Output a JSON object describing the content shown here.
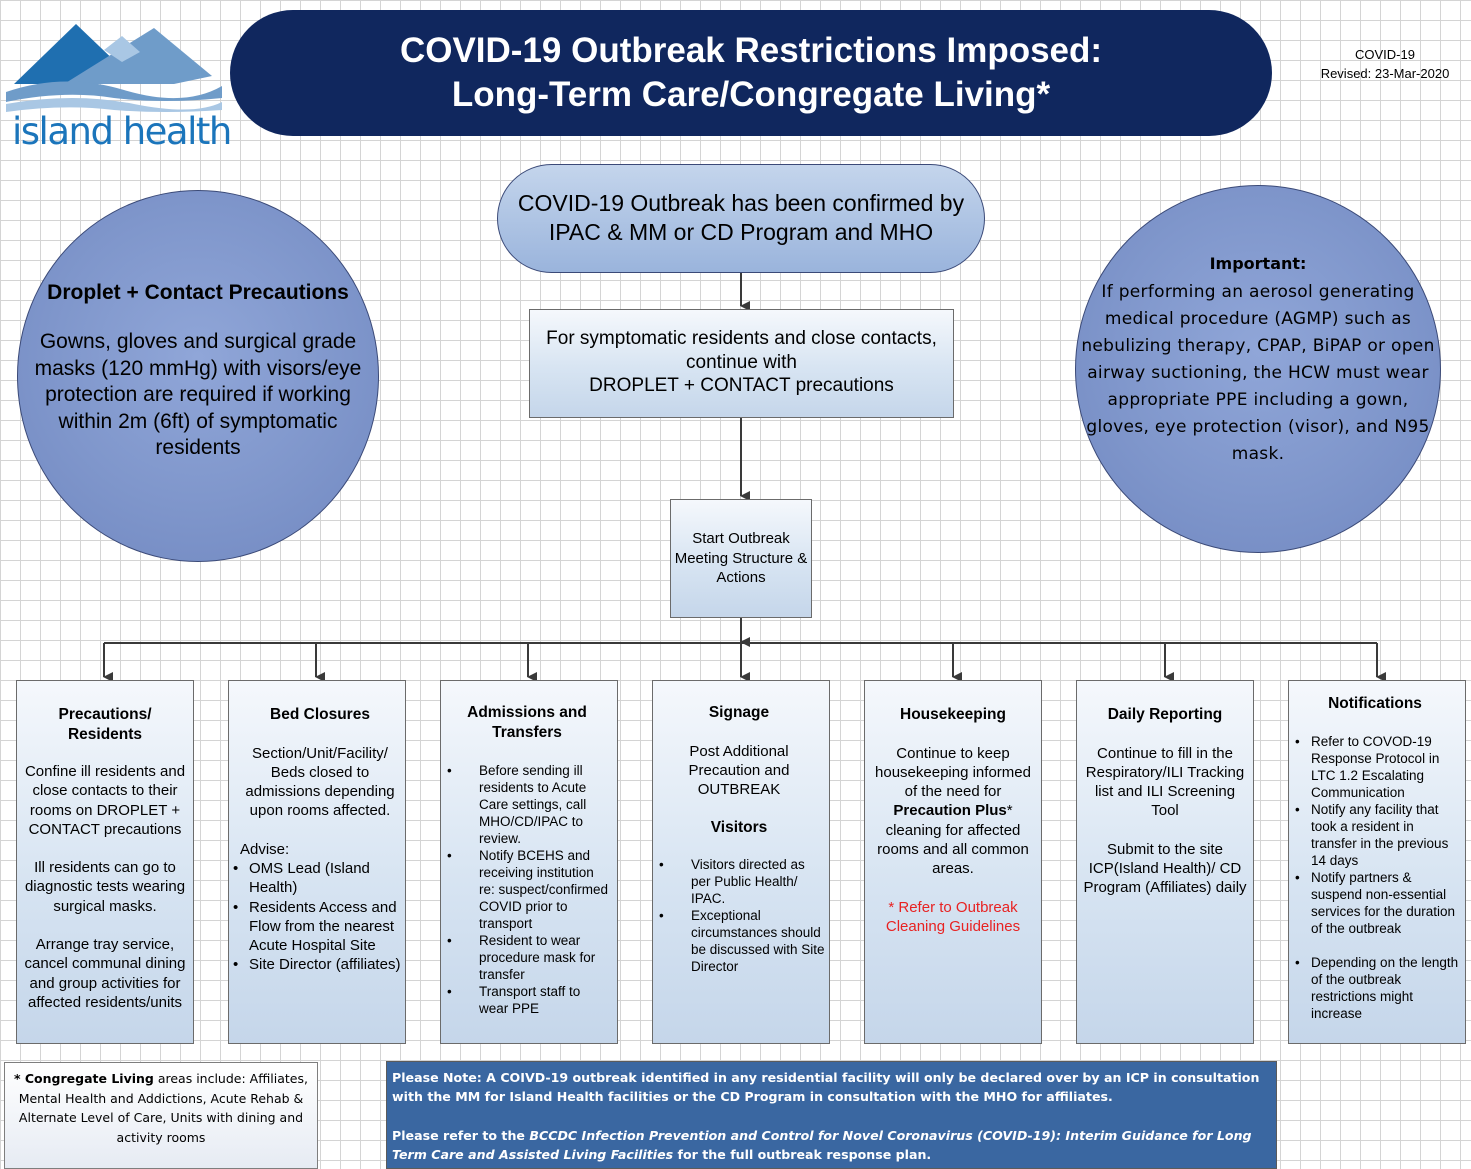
{
  "logo": {
    "text": "island health"
  },
  "title": {
    "line1": "COVID-19 Outbreak Restrictions Imposed:",
    "line2": "Long-Term Care/Congregate Living*"
  },
  "doc_info": {
    "label": "COVID-19",
    "revised": "Revised: 23-Mar-2020"
  },
  "left_circle": {
    "heading": "Droplet + Contact Precautions",
    "body": "Gowns, gloves and surgical grade masks (120 mmHg) with visors/eye protection are required if working within 2m (6ft) of symptomatic residents"
  },
  "right_circle": {
    "heading": "Important:",
    "body": "If performing an aerosol generating medical procedure (AGMP) such as nebulizing therapy, CPAP, BiPAP or open airway suctioning, the HCW must wear appropriate PPE including a gown, gloves, eye protection (visor), and N95 mask."
  },
  "flow": {
    "confirmed": "COVID-19 Outbreak has been confirmed by IPAC & MM or CD Program and MHO",
    "symptomatic": {
      "line1": "For symptomatic residents and close contacts,",
      "line2": "continue with",
      "line3": "DROPLET + CONTACT precautions"
    },
    "meeting": "Start Outbreak Meeting Structure & Actions"
  },
  "columns": {
    "precautions": {
      "heading": "Precautions/ Residents",
      "p1": "Confine ill residents and close contacts to their rooms on DROPLET + CONTACT precautions",
      "p2": "Ill residents can go to diagnostic tests wearing surgical masks.",
      "p3": "Arrange tray service, cancel communal dining and group activities for affected residents/units"
    },
    "bed_closures": {
      "heading": "Bed Closures",
      "p1": "Section/Unit/Facility/ Beds closed to admissions depending upon rooms affected.",
      "advise": "Advise:",
      "items": [
        "OMS Lead (Island Health)",
        "Residents Access and Flow from the nearest Acute Hospital Site",
        "Site Director (affiliates)"
      ]
    },
    "admissions": {
      "heading": "Admissions and Transfers",
      "items": [
        "Before sending ill residents to Acute Care settings, call MHO/CD/IPAC to review.",
        "Notify BCEHS and receiving institution re: suspect/confirmed COVID prior to transport",
        "Resident to wear procedure mask for transfer",
        "Transport staff to wear PPE"
      ]
    },
    "signage": {
      "heading": "Signage",
      "p1": "Post Additional Precaution and OUTBREAK",
      "visitors_heading": "Visitors",
      "items": [
        "Visitors directed as per Public Health/ IPAC.",
        "Exceptional circumstances should be discussed with Site Director"
      ]
    },
    "housekeeping": {
      "heading": "Housekeeping",
      "p1_a": "Continue to keep housekeeping informed of the need for",
      "p1_bold": "Precaution Plus",
      "p1_star": "*",
      "p1_b": "cleaning for affected rooms and all common areas.",
      "red_note": "* Refer to Outbreak Cleaning Guidelines"
    },
    "daily_reporting": {
      "heading": "Daily Reporting",
      "p1": "Continue to fill in the Respiratory/ILI Tracking list and ILI Screening Tool",
      "p2": "Submit to the site ICP(Island Health)/ CD Program  (Affiliates) daily"
    },
    "notifications": {
      "heading": "Notifications",
      "items": [
        "Refer to COVOD-19 Response Protocol in LTC 1.2 Escalating Communication",
        "Notify any facility that took a resident in transfer in the previous 14 days",
        "Notify partners & suspend non-essential services for the duration of the outbreak",
        "Depending on the length of the outbreak restrictions might increase"
      ]
    }
  },
  "notes": {
    "left_bold": "* Congregate Living",
    "left_rest": " areas include: Affiliates, Mental Health and Addictions, Acute Rehab & Alternate Level of Care, Units with dining and activity rooms",
    "right_p1": "Please Note: A COIVD-19 outbreak identified in any residential facility will only be declared over by an ICP in consultation with the MM for Island Health facilities or the CD Program in consultation with the MHO for affiliates.",
    "right_p2_a": "Please refer to the ",
    "right_p2_italic": "BCCDC Infection Prevention and Control for Novel Coronavirus (COVID-19): Interim Guidance for Long Term Care and Assisted Living Facilities",
    "right_p2_b": " for the full outbreak response plan."
  },
  "colors": {
    "title_bg": "#10275e",
    "circle": "#7f96cb",
    "note_bg": "#3a67a1",
    "warning": "#e82222",
    "logo": "#1b75bb"
  }
}
